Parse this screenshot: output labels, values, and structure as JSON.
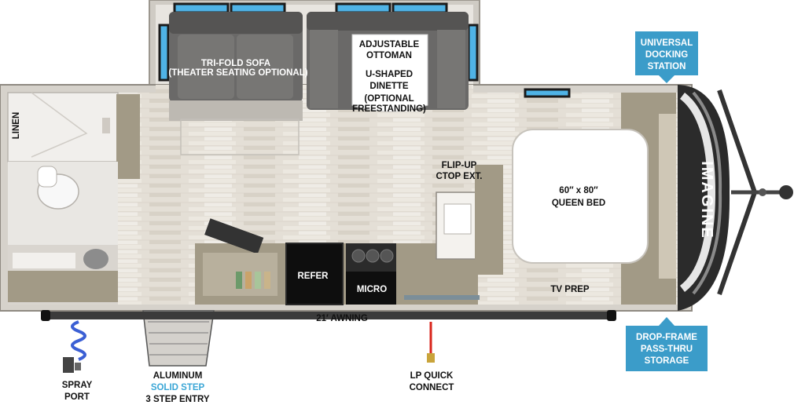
{
  "badges": {
    "universal_docking": [
      "UNIVERSAL",
      "DOCKING",
      "STATION"
    ],
    "drop_frame": [
      "DROP-FRAME",
      "PASS-THRU",
      "STORAGE"
    ]
  },
  "labels": {
    "trifold_sofa": "TRI-FOLD SOFA",
    "theater_seating": "(THEATER SEATING OPTIONAL)",
    "ottoman": [
      "ADJUSTABLE",
      "OTTOMAN"
    ],
    "dinette": [
      "U-SHAPED",
      "DINETTE"
    ],
    "dinette_optional": [
      "(OPTIONAL",
      "FREESTANDING)"
    ],
    "linen": "LINEN",
    "flip_up": [
      "FLIP-UP",
      "CTOP EXT."
    ],
    "bed": [
      "60″ x 80″",
      "QUEEN BED"
    ],
    "refer": "REFER",
    "micro": "MICRO",
    "tv_prep": "TV PREP",
    "awning": "21′ AWNING",
    "spray_port": [
      "SPRAY",
      "PORT"
    ],
    "entry": [
      "ALUMINUM",
      "SOLID STEP",
      "3 STEP ENTRY"
    ],
    "lp_quick": [
      "LP QUICK",
      "CONNECT"
    ],
    "brand": "IMAGINE"
  },
  "colors": {
    "badge_blue": "#3b9cc9",
    "wall": "#d9d6d0",
    "floor": "#e6e1d8",
    "cabinet": "#a29a86",
    "sofa": "#5c5b5a",
    "window": "#4fb3e6",
    "hose": "#3b5fd4",
    "lp_line": "#d9251c",
    "brand_blue": "#3aa6d6"
  }
}
